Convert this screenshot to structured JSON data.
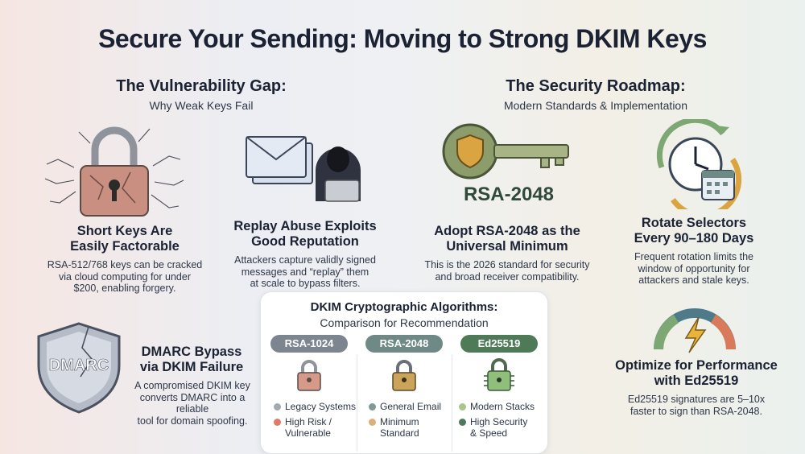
{
  "title": "Secure Your Sending: Moving to Strong DKIM Keys",
  "left": {
    "title": "The Vulnerability Gap:",
    "subtitle": "Why Weak Keys Fail",
    "cards": [
      {
        "title_l1": "Short Keys Are",
        "title_l2": "Easily Factorable",
        "text_l1": "RSA-512/768 keys can be cracked",
        "text_l2": "via cloud computing for under",
        "text_l3": "$200, enabling forgery."
      },
      {
        "title_l1": "Replay Abuse Exploits",
        "title_l2": "Good Reputation",
        "text_l1": "Attackers capture validly signed",
        "text_l2": "messages and “replay” them",
        "text_l3": "at scale to bypass filters."
      },
      {
        "title_l1": "DMARC Bypass",
        "title_l2": "via DKIM Failure",
        "text_l1": "A compromised DKIM key",
        "text_l2": "converts DMARC into a reliable",
        "text_l3": "tool for domain spoofing.",
        "shield_label": "DMARC"
      }
    ]
  },
  "right": {
    "title": "The Security Roadmap:",
    "subtitle": "Modern Standards & Implementation",
    "key_label": "RSA-2048",
    "cards": [
      {
        "title_l1": "Adopt RSA-2048 as the",
        "title_l2": "Universal Minimum",
        "text_l1": "This is the 2026 standard for security",
        "text_l2": "and broad receiver compatibility."
      },
      {
        "title_l1": "Rotate Selectors",
        "title_l2": "Every 90–180 Days",
        "text_l1": "Frequent rotation limits the",
        "text_l2": "window of opportunity for",
        "text_l3": "attackers and stale keys."
      },
      {
        "title_l1": "Optimize for Performance",
        "title_l2": "with Ed25519",
        "text_l1": "Ed25519 signatures are 5–10x",
        "text_l2": "faster to sign than RSA-2048."
      }
    ]
  },
  "comparison": {
    "title": "DKIM Cryptographic Algorithms:",
    "subtitle": "Comparison for Recommendation",
    "columns": [
      {
        "name": "RSA-1024",
        "color": "#7d8590",
        "b1": "Legacy Systems",
        "b2_l1": "High Risk /",
        "b2_l2": "Vulnerable",
        "dot1": "#a3a8b2",
        "dot2": "#e07a66"
      },
      {
        "name": "RSA-2048",
        "color": "#6f8a86",
        "b1": "General Email",
        "b2_l1": "Minimum",
        "b2_l2": "Standard",
        "dot1": "#7f9a96",
        "dot2": "#d8b27a"
      },
      {
        "name": "Ed25519",
        "color": "#4f7a58",
        "b1": "Modern Stacks",
        "b2_l1": "High Security",
        "b2_l2": "& Speed",
        "dot1": "#a8c58a",
        "dot2": "#4f7a60"
      }
    ]
  }
}
